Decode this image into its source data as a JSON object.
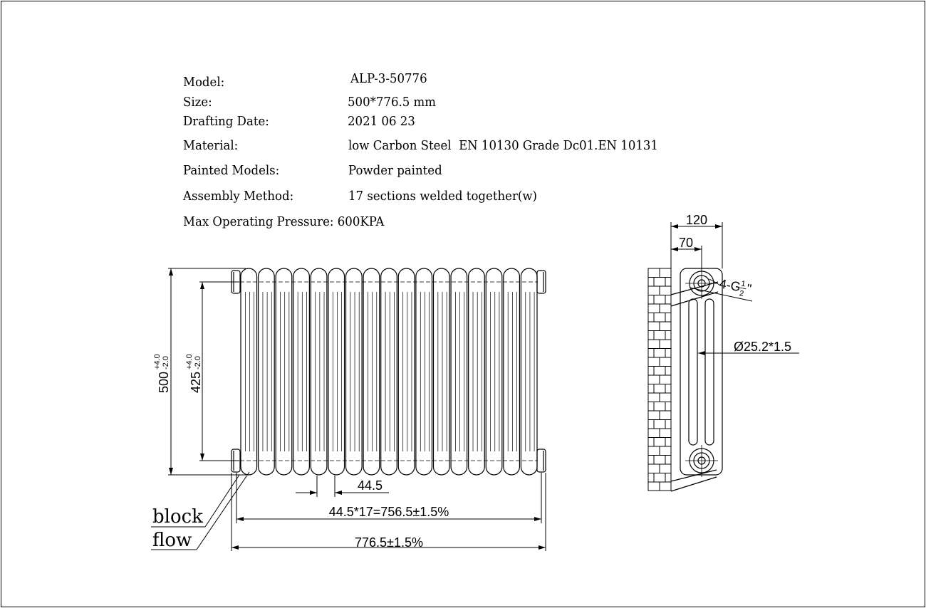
{
  "spec": {
    "model_label": "Model:",
    "model_value": "ALP-3-50776",
    "size_label": "Size:",
    "size_value": "500*776.5 mm",
    "date_label": "Drafting Date:",
    "date_value": "2021 06 23",
    "material_label": "Material:",
    "material_value": "low Carbon Steel  EN 10130 Grade Dc01.EN 10131",
    "painted_label": "Painted Models:",
    "painted_value": "Powder painted",
    "assembly_label": "Assembly Method:",
    "assembly_value": "17 sections welded together(w)",
    "pressure_line": "Max Operating Pressure: 600KPA"
  },
  "front_view": {
    "height_main": "500",
    "height_tol_plus": "+4.0",
    "height_tol_minus": "-2.0",
    "height_centers": "425",
    "centers_tol_plus": "+4.0",
    "centers_tol_minus": "-2.0",
    "pitch": "44.5",
    "sections_width": "44.5*17=756.5±1.5%",
    "total_width": "776.5±1.5%",
    "block_label": "block",
    "flow_label": "flow"
  },
  "side_view": {
    "depth": "120",
    "offset": "70",
    "connection_prefix": "4-G",
    "connection_num": "1",
    "connection_den": "2",
    "connection_suffix": "\"",
    "tube_spec": "Ø25.2*1.5"
  }
}
